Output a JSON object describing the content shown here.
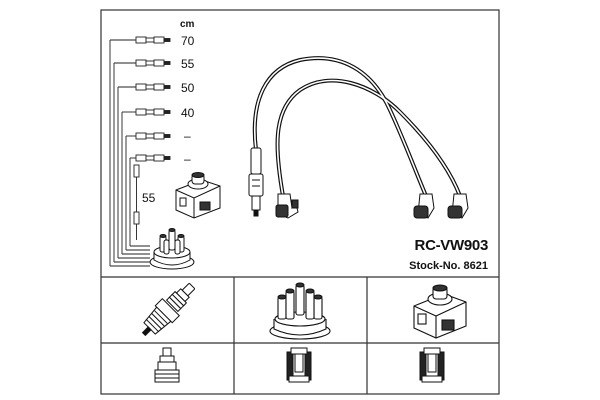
{
  "sheet": {
    "unit_label": "cm",
    "model": "RC-VW903",
    "stock_number": "Stock-No. 8621",
    "lead_lengths": [
      "70",
      "55",
      "50",
      "40",
      "–",
      "–"
    ],
    "coil_lead_length": "55"
  },
  "colors": {
    "line": "#1a1a1a",
    "frame": "#333333",
    "background": "#ffffff"
  },
  "icons": {
    "cable_set": "ignition-cable-set-icon",
    "coil": "ignition-coil-icon",
    "distributor": "distributor-cap-icon",
    "spark_plug": "spark-plug-icon"
  }
}
